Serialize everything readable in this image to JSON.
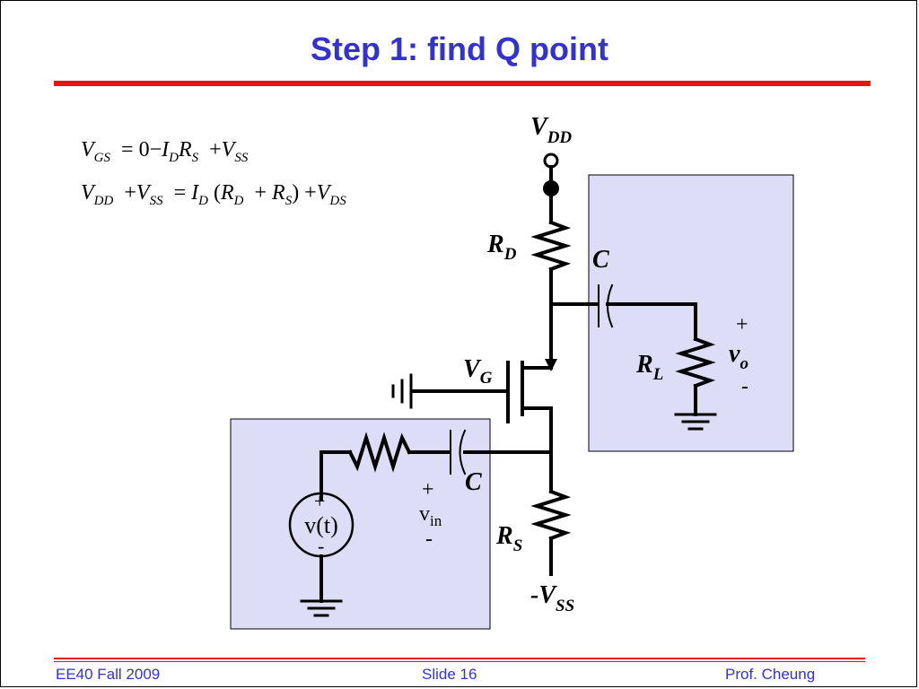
{
  "slide": {
    "title": "Step 1: find Q point",
    "equations": {
      "eq1": {
        "lhs_var": "V",
        "lhs_sub": "GS",
        "zero": "0",
        "id_var": "I",
        "id_sub": "D",
        "rs_var": "R",
        "rs_sub": "S",
        "vss_var": "V",
        "vss_sub": "SS"
      },
      "eq2": {
        "vdd_var": "V",
        "vdd_sub": "DD",
        "vss_var": "V",
        "vss_sub": "SS",
        "id_var": "I",
        "id_sub": "D",
        "rd_var": "R",
        "rd_sub": "D",
        "rs_var": "R",
        "rs_sub": "S",
        "vds_var": "V",
        "vds_sub": "DS"
      }
    }
  },
  "circuit": {
    "vdd": {
      "main": "V",
      "sub": "DD"
    },
    "rd": {
      "main": "R",
      "sub": "D"
    },
    "c_out": "C",
    "rl": {
      "main": "R",
      "sub": "L"
    },
    "vo": {
      "plus": "+",
      "main": "v",
      "sub": "o",
      "minus": "-"
    },
    "vg": {
      "main": "V",
      "sub": "G"
    },
    "c_in": "C",
    "vin": {
      "plus": "+",
      "main": "v",
      "sub": "in",
      "minus": "-"
    },
    "source": {
      "label": "v(t)",
      "plus": "+",
      "minus": "-"
    },
    "rs": {
      "main": "R",
      "sub": "S"
    },
    "vss": {
      "main": "-V",
      "sub": "SS"
    },
    "colors": {
      "box_fill": "#ddddf8",
      "box_stroke": "#000000"
    }
  },
  "footer": {
    "left": "EE40 Fall 2009",
    "center": "Slide 16",
    "right": "Prof. Cheung"
  },
  "colors": {
    "title": "#3333cc",
    "rule": "#ee1111",
    "footer_text": "#3333cc"
  }
}
